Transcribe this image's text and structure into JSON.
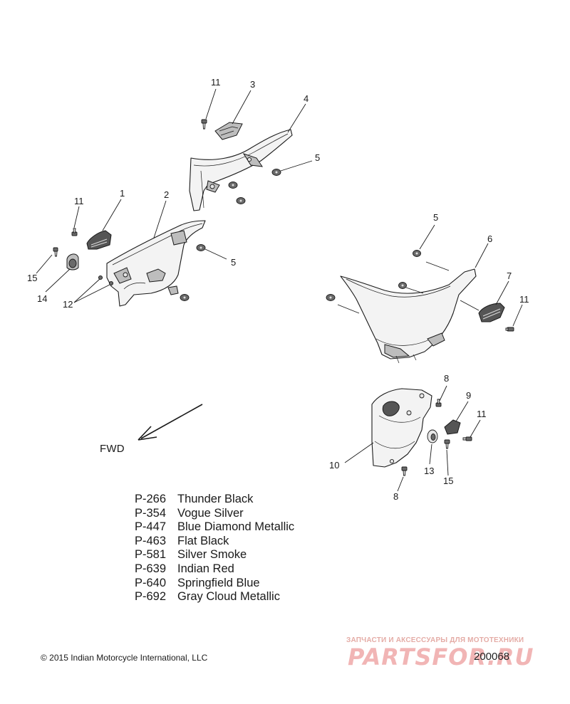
{
  "callouts": {
    "c11a": "11",
    "c3": "3",
    "c4": "4",
    "c5a": "5",
    "c1": "1",
    "c2": "2",
    "c11b": "11",
    "c15a": "15",
    "c14": "14",
    "c12": "12",
    "c5b": "5",
    "c5c": "5",
    "c6": "6",
    "c7": "7",
    "c11c": "11",
    "c8a": "8",
    "c9": "9",
    "c11d": "11",
    "c10": "10",
    "c13": "13",
    "c15b": "15",
    "c8b": "8"
  },
  "direction_label": "FWD",
  "color_codes": [
    {
      "code": "P-266",
      "name": "Thunder Black"
    },
    {
      "code": "P-354",
      "name": "Vogue Silver"
    },
    {
      "code": "P-447",
      "name": "Blue Diamond Metallic"
    },
    {
      "code": "P-463",
      "name": "Flat Black"
    },
    {
      "code": "P-581",
      "name": "Silver Smoke"
    },
    {
      "code": "P-639",
      "name": "Indian Red"
    },
    {
      "code": "P-640",
      "name": "Springfield Blue"
    },
    {
      "code": "P-692",
      "name": "Gray Cloud Metallic"
    }
  ],
  "copyright": "© 2015 Indian Motorcycle International, LLC",
  "diagram_number": "200068",
  "watermark": {
    "caption": "ЗАПЧАСТИ И АКСЕССУАРЫ ДЛЯ МОТОТЕХНИКИ",
    "logo": "PARTSFOR.RU"
  }
}
